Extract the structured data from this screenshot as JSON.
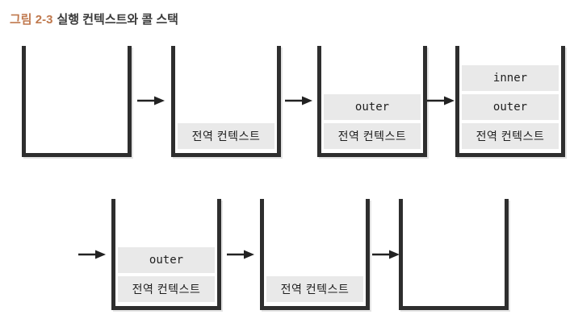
{
  "figure": {
    "label": "그림 2-3",
    "title": "실행 컨텍스트와 콜 스택"
  },
  "colors": {
    "accent": "#c0794e",
    "title-text": "#3b3b3b",
    "wall": "#2e2e2e",
    "box-bg": "#e9e9e9",
    "box-text": "#1f1f1f"
  },
  "diagram": {
    "description": "Call stack push/pop sequence over time, left to right, top row then bottom row",
    "rows": [
      {
        "stacks": [
          {
            "name": "empty-stack",
            "items": []
          },
          {
            "name": "global-pushed",
            "items": [
              "전역 컨텍스트"
            ]
          },
          {
            "name": "outer-pushed",
            "items": [
              "outer",
              "전역 컨텍스트"
            ]
          },
          {
            "name": "inner-pushed",
            "items": [
              "inner",
              "outer",
              "전역 컨텍스트"
            ]
          }
        ]
      },
      {
        "stacks": [
          {
            "name": "inner-popped",
            "items": [
              "outer",
              "전역 컨텍스트"
            ]
          },
          {
            "name": "outer-popped",
            "items": [
              "전역 컨텍스트"
            ]
          },
          {
            "name": "empty-stack",
            "items": []
          }
        ]
      }
    ]
  }
}
